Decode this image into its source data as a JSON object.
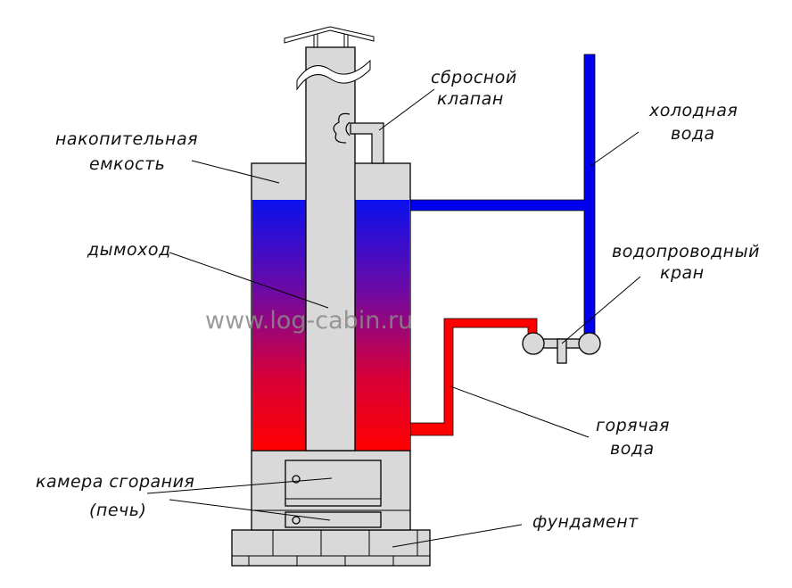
{
  "labels": {
    "relief_valve": [
      "сбросной",
      "клапан"
    ],
    "cold_water": [
      "холодная",
      "вода"
    ],
    "storage_tank": [
      "накопительная",
      "емкость"
    ],
    "chimney": "дымоход",
    "water_tap": [
      "водопроводный",
      "кран"
    ],
    "hot_water": [
      "горячая",
      "вода"
    ],
    "combustion_chamber": [
      "камера сгорания",
      "(печь)"
    ],
    "foundation": "фундамент"
  },
  "watermark": "www.log-cabin.ru",
  "colors": {
    "cold": "#0000ee",
    "hot": "#ff0000",
    "body": "#d9d9d9"
  }
}
